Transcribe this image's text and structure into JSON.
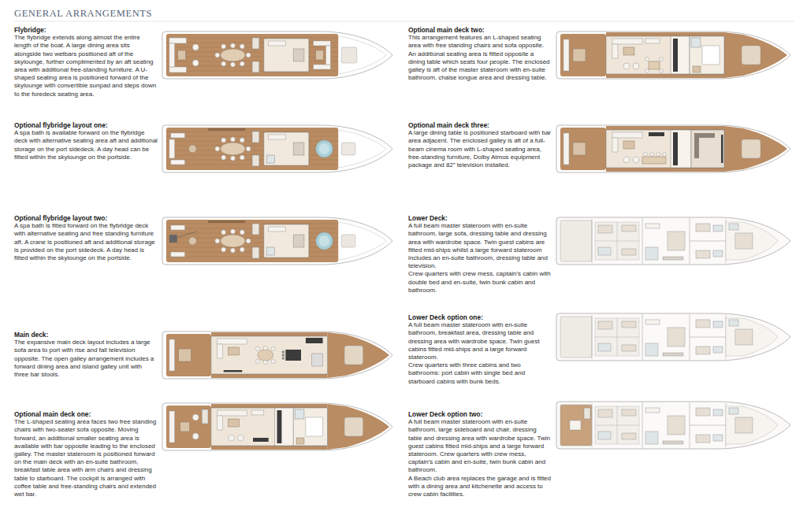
{
  "diagram": {
    "title": "GENERAL ARRANGEMENTS",
    "labels": [
      "Flybridge:",
      "The flybridge extends along almost the entire length of the boat. A large dining area sits alongside two wetbars positioned aft of the skylounge, further complimented by an aft seating area with additional free-standing furniture. A U-shaped seating area is positioned forward of the skylounge with convertible sunpad and steps down to the foredeck seating area.",
      "Optional flybridge layout one:",
      "A spa bath is available forward on the flybridge deck with alternative seating area aft and additional storage on the port sidedeck. A day head can be fitted within the skylounge on the portside.",
      "Optional flybridge layout two:",
      "A spa bath is fitted forward on the flybridge deck with alternative seating and free standing furniture aft. A crane is positioned aft and additional storage is provided on the port sidedeck. A day head is fitted within the skylounge on the portside.",
      "Main deck:",
      "The expansive main deck layout includes a large sofa area to port with rise and fall television opposite. The open galley arrangement includes a forward dining area and island galley unit with three bar stools.",
      "Optional main deck one:",
      "The L-shaped seating area faces two free standing chairs with two-seater sofa opposite. Moving forward, an additional smaller seating area is available with bar opposite leading to the enclosed galley. The master stateroom is positioned forward on the main deck with an en-suite bathroom, breakfast table area with arm chairs and dressing table to starboard. The cockpit is arranged with coffee table and free-standing chairs and extended wet bar.",
      "Optional main deck two:",
      "This arrangement features an L-shaped seating area with free standing chairs and sofa opposite. An additional seating area is fitted opposite a dining table which seats four people. The enclosed galley is aft of the master stateroom with en-suite bathroom, chaise longue area and dressing table.",
      "Optional main deck three:",
      "A large dining table is positioned starboard with bar area adjacent. The enclosed galley is aft of a full-beam cinema room with L-shaped seating area, free-standing furniture, Dolby Atmos equipment package and 82” television installed.",
      "Lower Deck:",
      "A full beam master stateroom with en-suite bathroom, large sofa, dressing table and dressing area with wardrobe space. Twin guest cabins are fitted mid-ships whilst a large forward stateroom includes an en-suite bathroom, dressing table and television.",
      "Crew quarters with crew mess, captain's cabin with double bed and en-suite, twin bunk cabin and bathroom.",
      "Lower Deck option one:",
      "A full beam master stateroom with en-suite bathroom, breakfast area, dressing table and dressing area with wardrobe space. Twin guest cabins fitted mid-ships and a large forward stateroom.",
      "Crew quarters with three cabins and two bathrooms: port cabin with single bed and starboard cabins with bunk beds.",
      "Lower Deck option two:",
      "A full beam master stateroom with en-suite bathroom, large sideboard and chair, dressing table and dressing area with wardrobe space. Twin guest cabins fitted mid-ships and a large forward stateroom. Crew quarters with crew mess, captain's cabin and en-suite, twin bunk cabin and bathroom.",
      "A Beach club area replaces the garage and is fitted with a dining area and kitchenette and access to crew cabin facilities."
    ]
  }
}
